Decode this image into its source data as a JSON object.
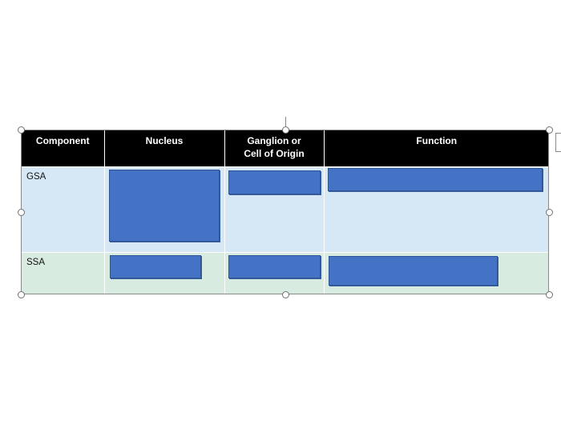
{
  "table": {
    "headers": [
      "Component",
      "Nucleus",
      "Ganglion or Cell of Origin",
      "Function"
    ],
    "header_lines": {
      "col3_line1": "Ganglion or",
      "col3_line2": "Cell of Origin"
    },
    "rows": [
      {
        "label": "GSA"
      },
      {
        "label": "SSA"
      }
    ]
  },
  "colors": {
    "header_bg": "#000000",
    "gsa_row_bg": "#d6e8f5",
    "ssa_row_bg": "#d8ebe0",
    "placeholder_fill": "#4472c4"
  }
}
